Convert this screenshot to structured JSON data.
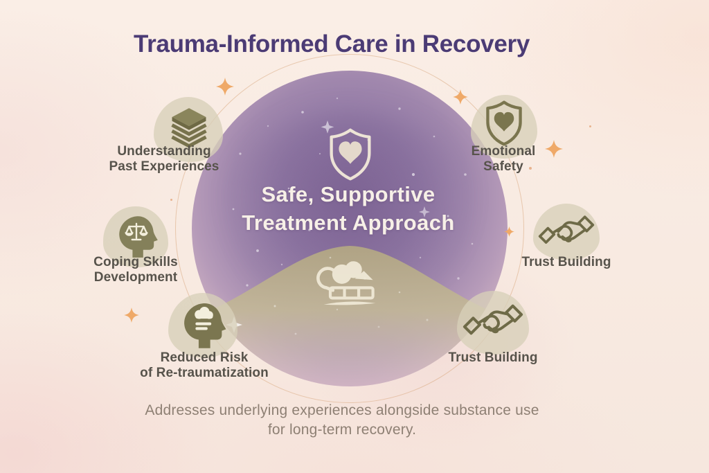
{
  "title": "Trauma-Informed Care in Recovery",
  "center": {
    "line1": "Safe, Supportive",
    "line2": "Treatment Approach",
    "top_icon": "shield-heart-icon",
    "bottom_icon": "cloud-landscape-icon"
  },
  "items": [
    {
      "id": "understanding-past-experiences",
      "icon": "layers-icon",
      "line1": "Understanding",
      "line2": "Past Experiences"
    },
    {
      "id": "emotional-safety",
      "icon": "shield-heart-icon",
      "line1": "Emotional",
      "line2": "Safety"
    },
    {
      "id": "coping-skills-development",
      "icon": "head-scales-icon",
      "line1": "Coping Skills",
      "line2": "Development"
    },
    {
      "id": "trust-building-right",
      "icon": "handshake-icon",
      "line1": "Trust Building",
      "line2": ""
    },
    {
      "id": "reduced-risk-of-retraumatization",
      "icon": "head-cloud-icon",
      "line1": "Reduced Risk",
      "line2": "of Re-traumatization"
    },
    {
      "id": "trust-building-bottom",
      "icon": "handshake-icon",
      "line1": "Trust Building",
      "line2": ""
    }
  ],
  "caption": {
    "line1": "Addresses underlying experiences alongside substance use",
    "line2": "for long-term recovery."
  },
  "colors": {
    "title_text": "#4b3b75",
    "center_purple": "#8b71a0",
    "hill_khaki": "#b3a784",
    "blob_beige": "#d7d0b9",
    "icon_olive": "#77724c",
    "label_text": "#57534b",
    "caption_text": "#8e8074",
    "sparkle_orange": "#efa968",
    "background": "#f8eae1"
  }
}
